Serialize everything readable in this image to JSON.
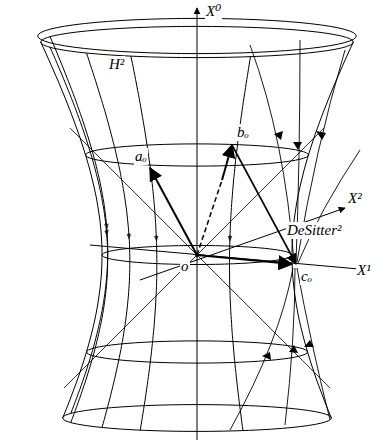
{
  "diagram": {
    "labels": [
      "X⁰",
      "H²",
      "X²",
      "DeSitter²",
      "bₒ",
      "aₒ",
      "o",
      "cₒ",
      "X¹"
    ]
  }
}
